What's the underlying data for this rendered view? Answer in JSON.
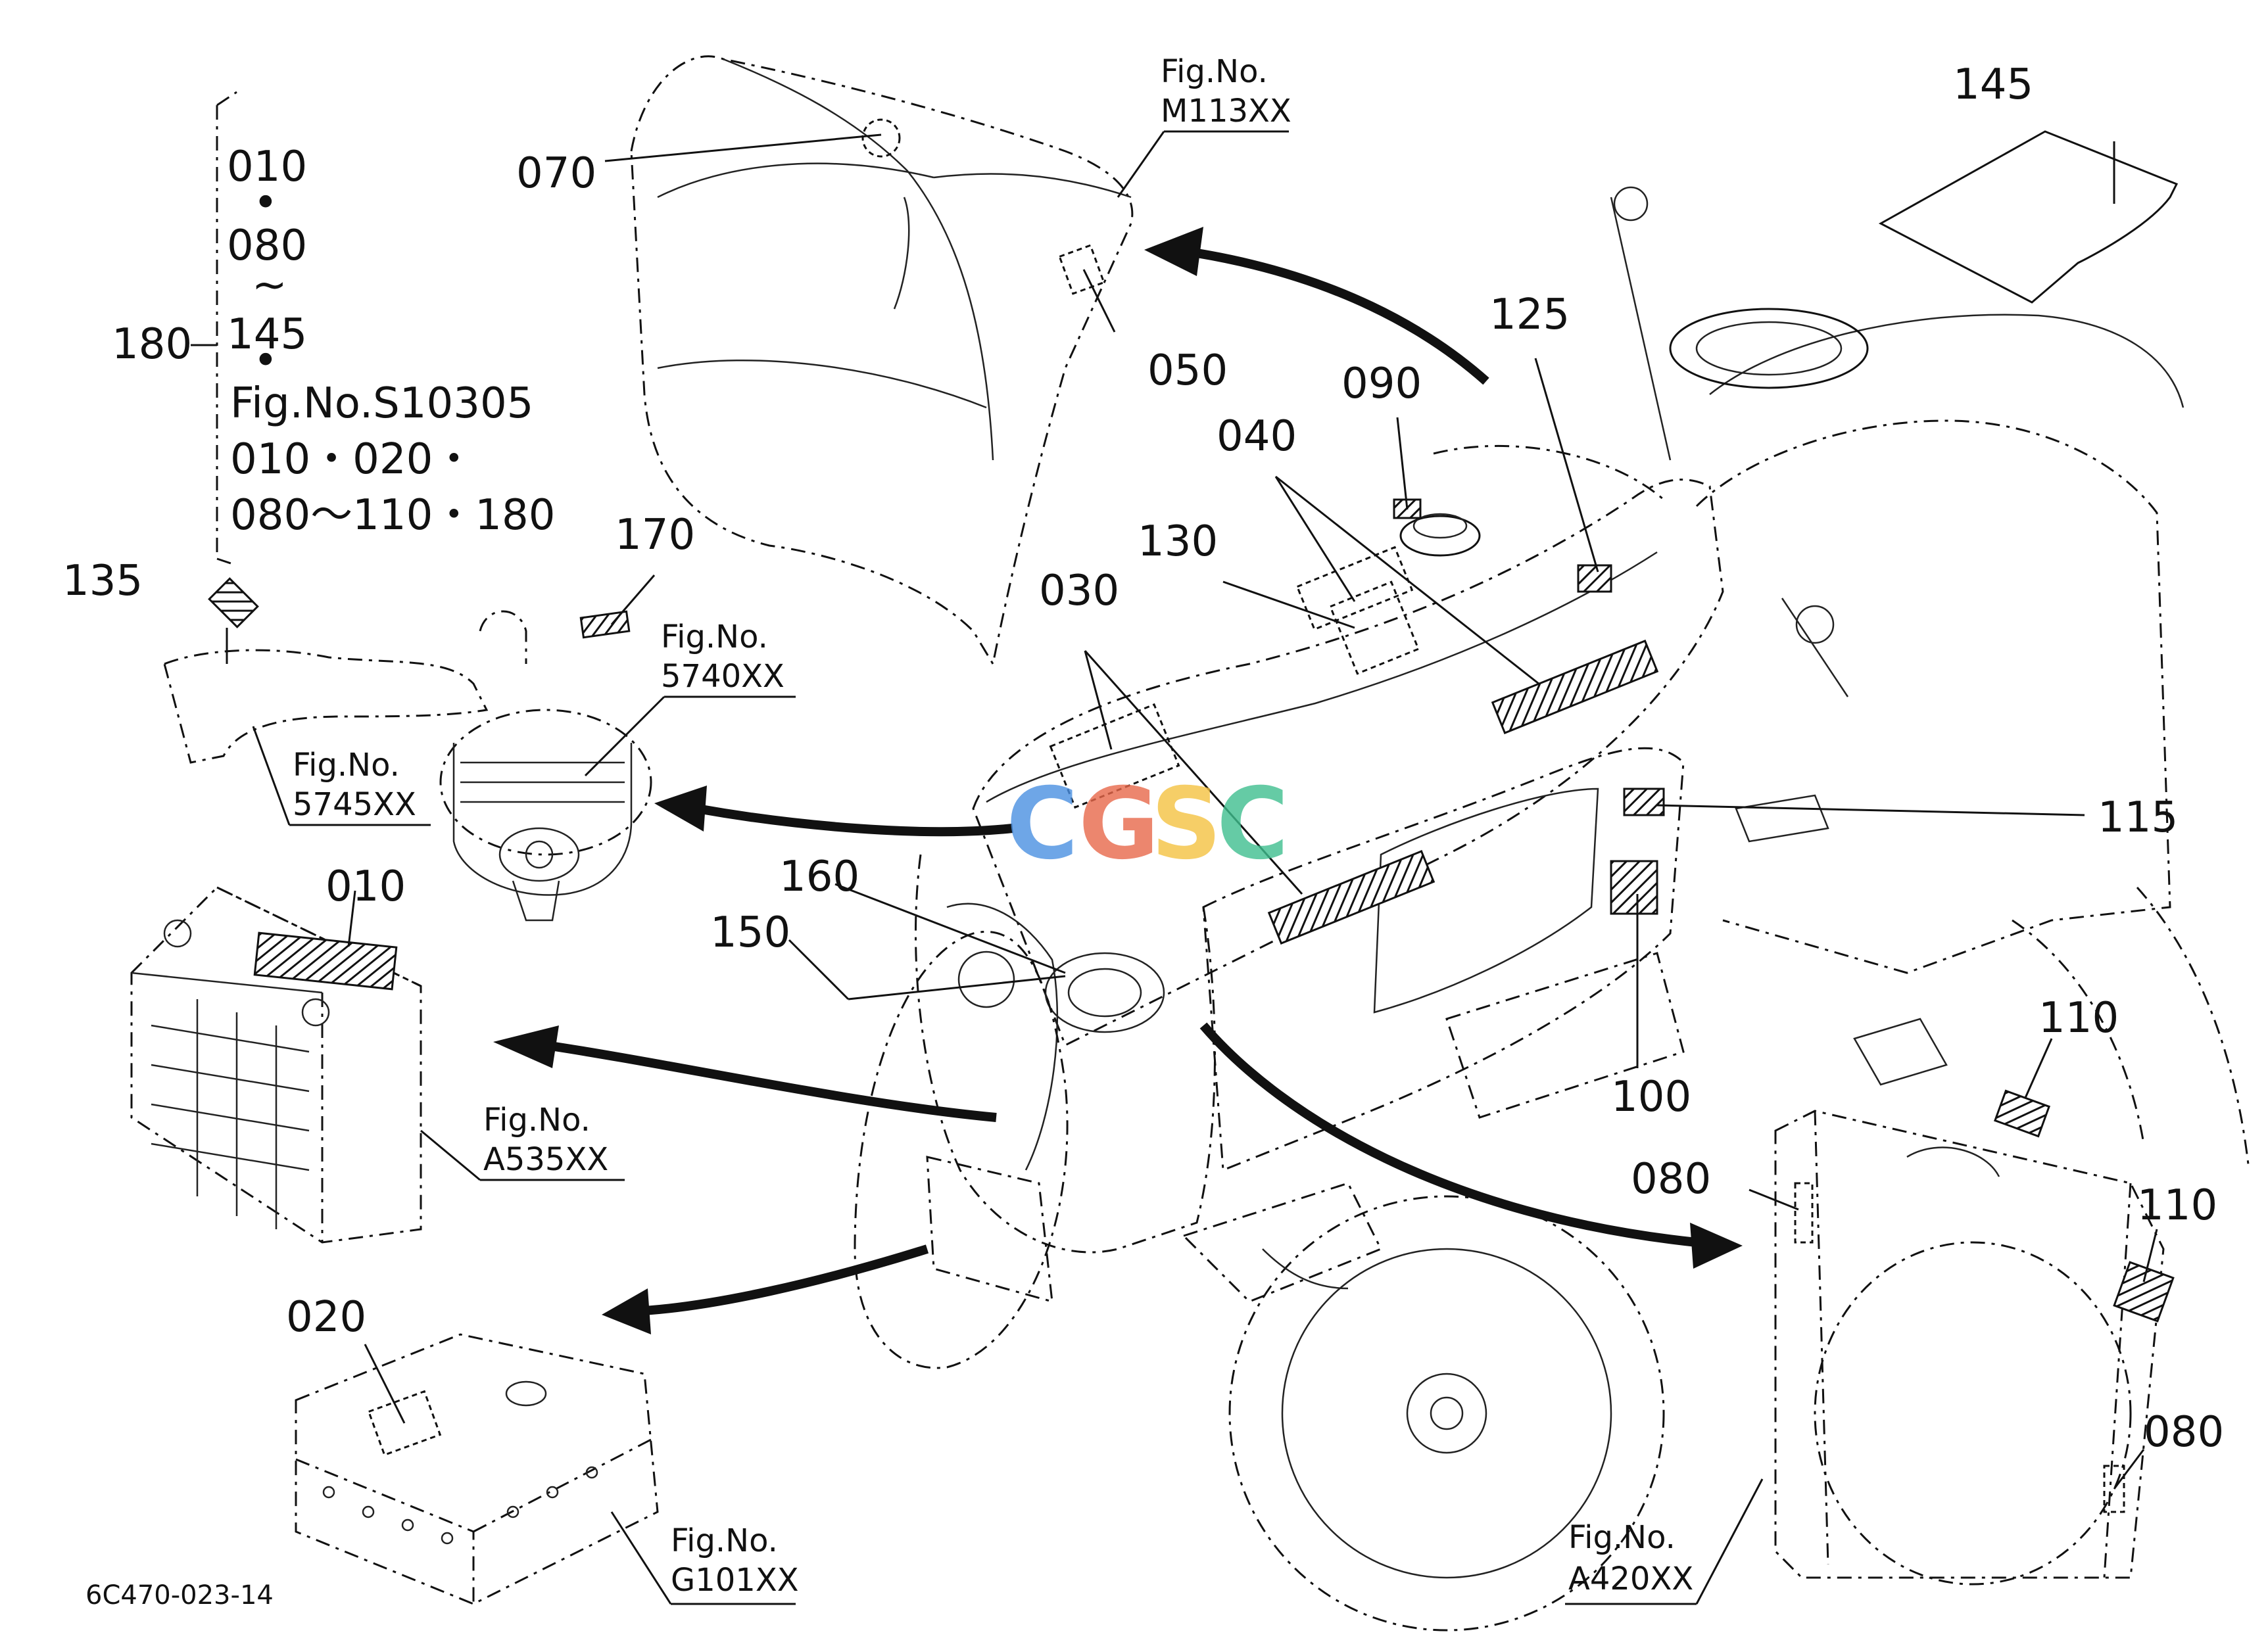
{
  "watermark": {
    "letters": [
      "C",
      "G",
      "S",
      "C"
    ],
    "colors": [
      "#4a90e2",
      "#e8684a",
      "#f5c242",
      "#3fbf8f"
    ]
  },
  "drawing_code": "6C470-023-14",
  "callouts": {
    "c010_top": "010",
    "c080_top": "080",
    "c145_group": "145",
    "c180": "180",
    "c070": "070",
    "c050": "050",
    "c090": "090",
    "c040": "040",
    "c125": "125",
    "c130": "130",
    "c030": "030",
    "c170": "170",
    "c135": "135",
    "c145": "145",
    "c115": "115",
    "c160": "160",
    "c150": "150",
    "c100": "100",
    "c010": "010",
    "c110a": "110",
    "c110b": "110",
    "c080a": "080",
    "c080b": "080",
    "c020": "020"
  },
  "group_text": {
    "dot1": "•",
    "tilde": "~",
    "dot2": "•",
    "fig_line": "Fig.No.S10305",
    "line2": "010・020・",
    "line3": "080～110・180"
  },
  "figure_refs": {
    "m113": {
      "label": "Fig.No.",
      "code": "M113XX"
    },
    "f5740": {
      "label": "Fig.No.",
      "code": "5740XX"
    },
    "f5745": {
      "label": "Fig.No.",
      "code": "5745XX"
    },
    "a535": {
      "label": "Fig.No.",
      "code": "A535XX"
    },
    "g101": {
      "label": "Fig.No.",
      "code": "G101XX"
    },
    "a420": {
      "label": "Fig.No.",
      "code": "A420XX"
    }
  }
}
